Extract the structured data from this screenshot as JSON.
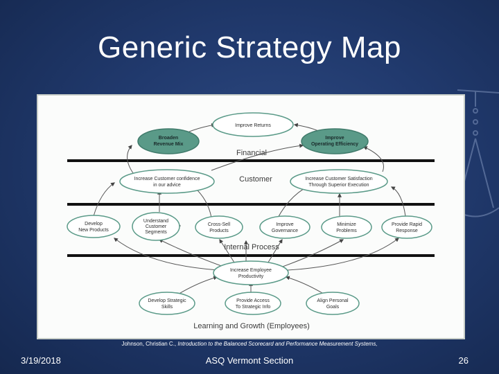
{
  "title": "Generic Strategy Map",
  "diagram": {
    "perspectives": {
      "financial": "Financial",
      "customer": "Customer",
      "internal": "Internal Process",
      "learning": "Learning and Growth (Employees)"
    },
    "nodes": {
      "improve_returns": "Improve Returns",
      "broaden_1": "Broaden",
      "broaden_2": "Revenue Mix",
      "improve_eff_1": "Improve",
      "improve_eff_2": "Operating Efficiency",
      "cust_conf_1": "Increase Customer confidence",
      "cust_conf_2": "in our advice",
      "cust_sat_1": "Increase Customer Satisfaction",
      "cust_sat_2": "Through Superior Execution",
      "develop_1": "Develop",
      "develop_2": "New Products",
      "understand_1": "Understand",
      "understand_2": "Customer",
      "understand_3": "Segments",
      "cross_sell_1": "Cross-Sell",
      "cross_sell_2": "Products",
      "governance_1": "Improve",
      "governance_2": "Governance",
      "minimize_1": "Minimize",
      "minimize_2": "Problems",
      "rapid_1": "Provide Rapid",
      "rapid_2": "Response",
      "productivity_1": "Increase Employee",
      "productivity_2": "Productivity",
      "skills_1": "Develop Strategic",
      "skills_2": "Skills",
      "access_1": "Provide Access",
      "access_2": "To Strategic Info",
      "goals_1": "Align Personal",
      "goals_2": "Goals"
    },
    "colors": {
      "financial_fill": "#5a9a88",
      "node_fill": "#ffffff",
      "node_stroke": "#5a9a88",
      "band_line": "#111111"
    }
  },
  "citation": {
    "author": "Johnson, Christian C., ",
    "rest": "Introduction to the Balanced Scorecard and Performance Measurement Systems,"
  },
  "footer": {
    "date": "3/19/2018",
    "center": "ASQ Vermont Section",
    "page": "26"
  }
}
